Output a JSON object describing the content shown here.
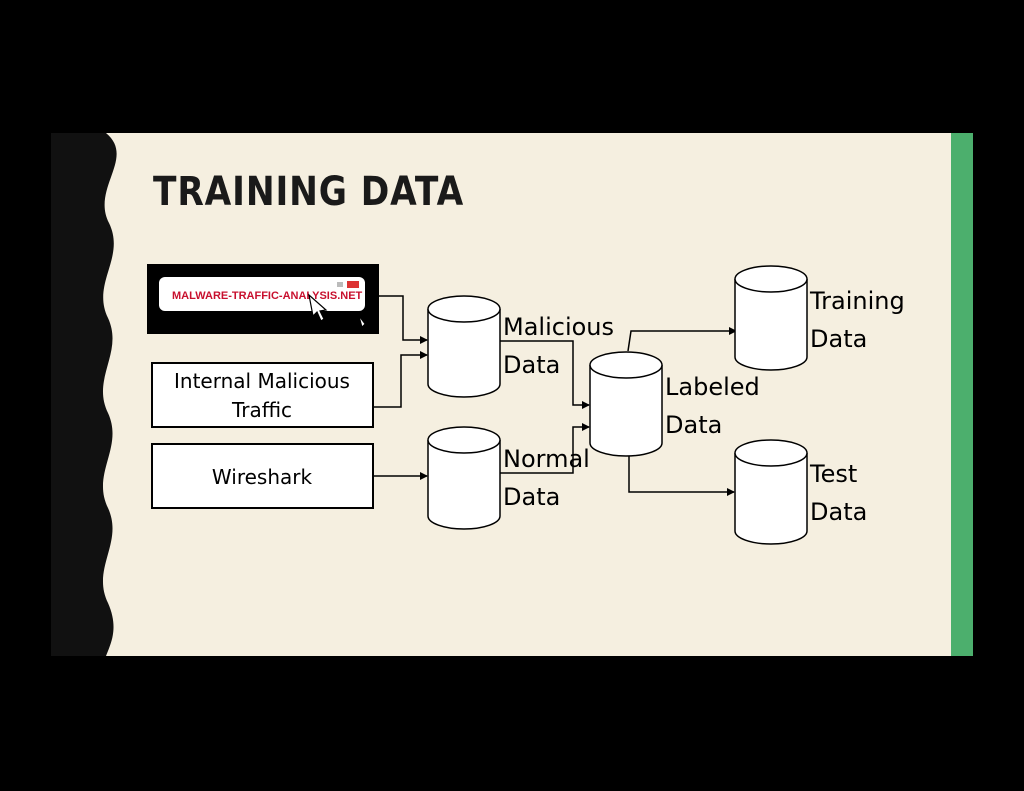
{
  "slide": {
    "title": "TRAINING DATA",
    "colors": {
      "background": "#f5efe0",
      "accent": "#4caf6d",
      "band": "#111111"
    }
  },
  "sources": {
    "logo_text": "MALWARE-TRAFFIC-ANALYSIS.NET",
    "internal_line1": "Internal Malicious",
    "internal_line2": "Traffic",
    "wireshark": "Wireshark"
  },
  "stores": {
    "malicious_line1": "Malicious",
    "malicious_line2": "Data",
    "normal_line1": "Normal",
    "normal_line2": "Data",
    "labeled_line1": "Labeled",
    "labeled_line2": "Data",
    "training_line1": "Training",
    "training_line2": "Data",
    "test_line1": "Test",
    "test_line2": "Data"
  }
}
